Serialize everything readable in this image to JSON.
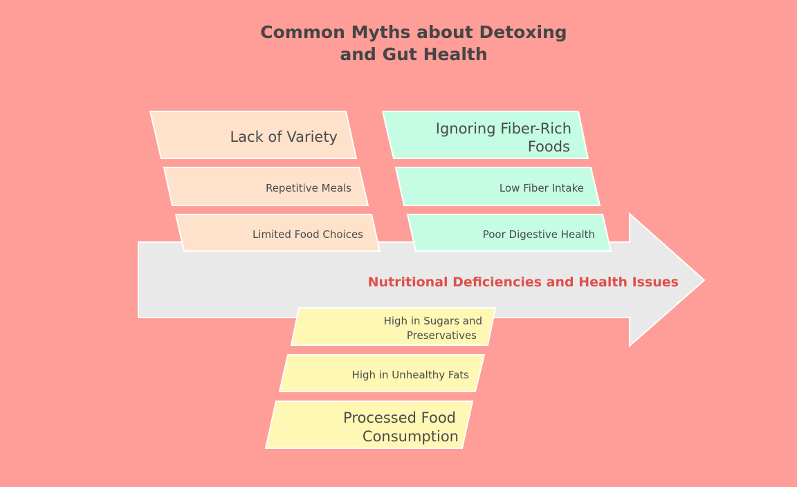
{
  "title": [
    "Common Myths about Detoxing",
    "and Gut Health"
  ],
  "effect": "Nutritional Deficiencies and Health Issues",
  "categories": {
    "variety": {
      "label": "Lack of Variety",
      "causes": [
        "Repetitive Meals",
        "Limited Food Choices"
      ]
    },
    "fiber": {
      "label": [
        "Ignoring Fiber-Rich",
        "Foods"
      ],
      "causes": [
        "Low Fiber Intake",
        "Poor Digestive Health"
      ]
    },
    "processed": {
      "label": [
        "Processed Food",
        "Consumption"
      ],
      "causes": [
        [
          "High in Sugars and",
          "Preservatives"
        ],
        "High in Unhealthy Fats"
      ]
    }
  },
  "colors": {
    "background": "#ff9e99",
    "variety": "#ffe2cc",
    "fiber": "#c5fde4",
    "processed": "#fff8b5",
    "spine": "#e9e9e9",
    "effect_text": "#e0504a"
  }
}
